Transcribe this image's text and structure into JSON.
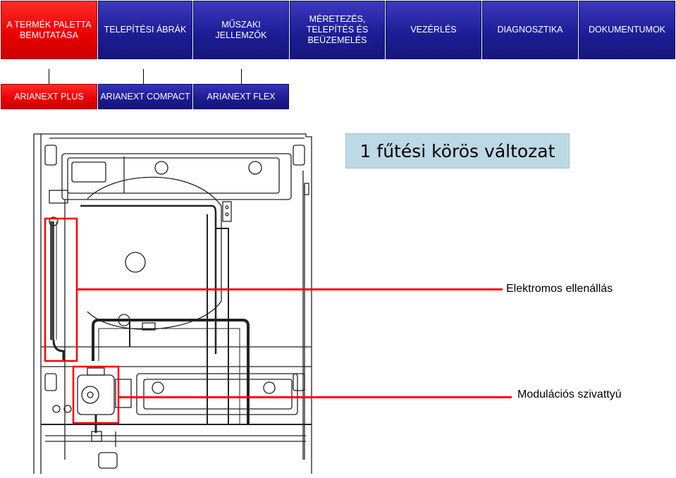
{
  "top_nav": [
    {
      "label": "A TERMÉK PALETTA\nBEMUTATÁSA",
      "active": true
    },
    {
      "label": "TELEPÍTÉSI ÁBRÁK",
      "active": false
    },
    {
      "label": "MŰSZAKI\nJELLEMZŐK",
      "active": false
    },
    {
      "label": "MÉRETEZÉS,\nTELEPÍTÉS ÉS\nBEÜZEMELÉS",
      "active": false
    },
    {
      "label": "VEZÉRLÉS",
      "active": false
    },
    {
      "label": "DIAGNOSZTIKA",
      "active": false
    },
    {
      "label": "DOKUMENTUMOK",
      "active": false
    }
  ],
  "sub_nav": [
    {
      "label": "ARIANEXT PLUS",
      "active": true
    },
    {
      "label": "ARIANEXT COMPACT",
      "active": false
    },
    {
      "label": "ARIANEXT FLEX",
      "active": false
    }
  ],
  "slide": {
    "title": "1 fűtési körös változat"
  },
  "callouts": [
    {
      "label": "Elektromos ellenállás"
    },
    {
      "label": "Modulációs szivattyú"
    }
  ],
  "colors": {
    "nav_blue": "#1d1d97",
    "nav_active_red": "#e80000",
    "highlight_red": "#ff0000",
    "title_box_bg": "#bcd9e6"
  }
}
